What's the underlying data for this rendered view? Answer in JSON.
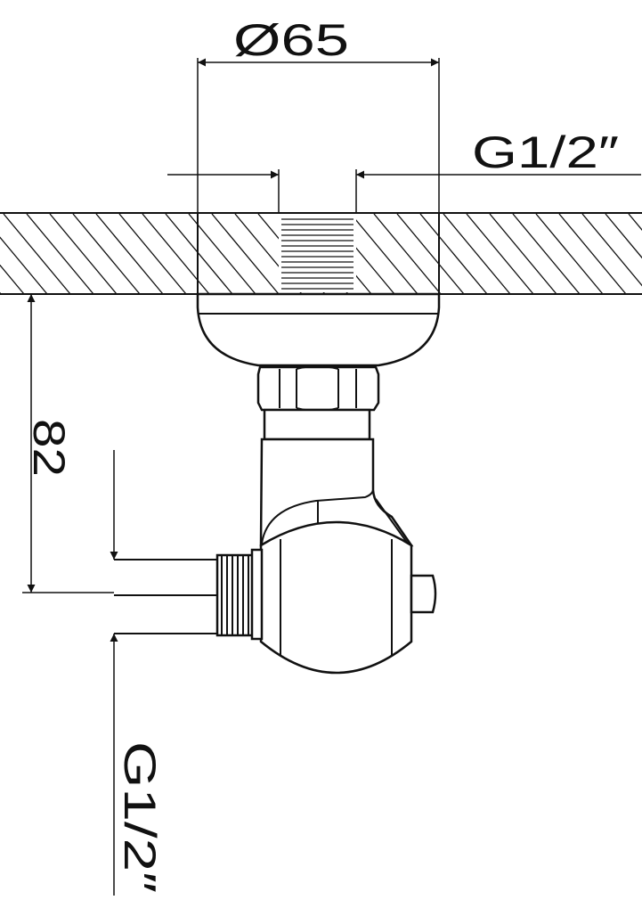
{
  "drawing": {
    "dimensions": {
      "diameter_label": "Ø65",
      "top_thread_label": "G1/2″",
      "height_label": "82",
      "side_thread_label": "G1/2″"
    },
    "colors": {
      "line": "#111111",
      "background": "#ffffff"
    }
  }
}
